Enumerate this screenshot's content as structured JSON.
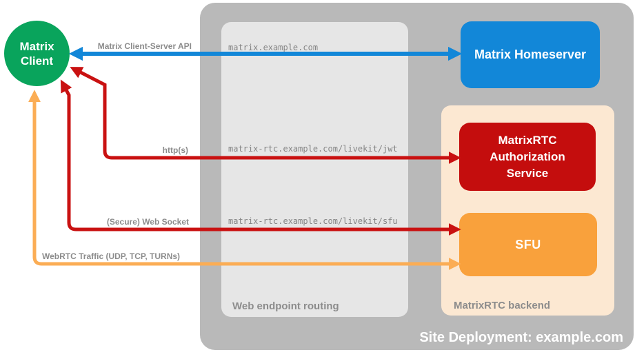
{
  "nodes": {
    "client": {
      "label": "Matrix Client",
      "color": "#09a45c"
    },
    "homeserver": {
      "label": "Matrix Homeserver",
      "color": "#1287d8"
    },
    "auth_service": {
      "label": "MatrixRTC Authorization Service",
      "color": "#c40d0d"
    },
    "sfu": {
      "label": "SFU",
      "color": "#f9a13c"
    }
  },
  "containers": {
    "site": {
      "label": "Site Deployment: example.com",
      "color": "#b9b9b9"
    },
    "routing": {
      "label": "Web endpoint routing",
      "color": "#e6e6e6"
    },
    "backend": {
      "label": "MatrixRTC backend",
      "color": "#fce8d2"
    }
  },
  "endpoints": [
    {
      "url": "matrix.example.com"
    },
    {
      "url": "matrix-rtc.example.com/livekit/jwt"
    },
    {
      "url": "matrix-rtc.example.com/livekit/sfu"
    }
  ],
  "connections": [
    {
      "label": "Matrix Client-Server API",
      "from": "Matrix Client",
      "to": "Matrix Homeserver",
      "color": "#1287d8",
      "bidirectional": true
    },
    {
      "label": "http(s)",
      "from": "Matrix Client",
      "to": "MatrixRTC Authorization Service",
      "color": "#c91111",
      "bidirectional": true
    },
    {
      "label": "(Secure) Web Socket",
      "from": "Matrix Client",
      "to": "SFU",
      "color": "#c91111",
      "bidirectional": true
    },
    {
      "label": "WebRTC Traffic (UDP, TCP, TURNs)",
      "from": "Matrix Client",
      "to": "SFU",
      "color": "#fbad55",
      "bidirectional": true
    }
  ],
  "colors": {
    "client_green": "#09a45c",
    "homeserver_blue": "#1287d8",
    "auth_red": "#c40d0d",
    "sfu_orange": "#f9a13c",
    "arrow_blue": "#1287d8",
    "arrow_red": "#c91111",
    "arrow_orange": "#fbad55",
    "site_gray": "#b9b9b9",
    "routing_gray": "#e6e6e6",
    "backend_peach": "#fce8d2",
    "label_gray": "#8c8c8c",
    "url_gray": "#858585"
  }
}
